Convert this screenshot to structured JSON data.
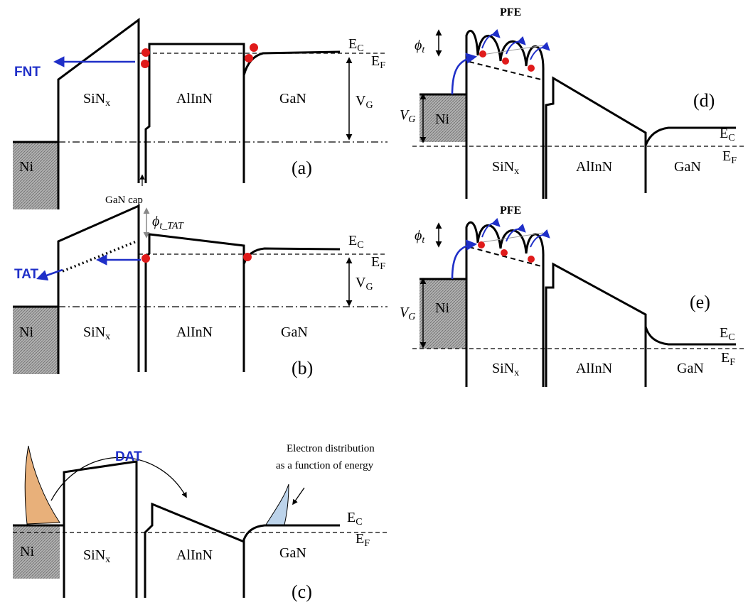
{
  "panels": {
    "a": {
      "label": "(a)",
      "mechanism": "FNT",
      "layers": [
        "SiN",
        "AlInN",
        "GaN"
      ],
      "metal": "Ni",
      "cap_label": "GaN cap",
      "ec": "E",
      "ec_sub": "C",
      "ef": "E",
      "ef_sub": "F",
      "vg": "V",
      "vg_sub": "G",
      "sin_sub": "x"
    },
    "b": {
      "label": "(b)",
      "mechanism": "TAT",
      "phi": "ϕ",
      "phi_sub": "t_TAT",
      "layers": [
        "SiN",
        "AlInN",
        "GaN"
      ],
      "metal": "Ni",
      "ec": "E",
      "ec_sub": "C",
      "ef": "E",
      "ef_sub": "F",
      "vg": "V",
      "vg_sub": "G",
      "sin_sub": "x"
    },
    "c": {
      "label": "(c)",
      "mechanism": "DAT",
      "note_line1": "Electron distribution",
      "note_line2": "as a function of energy",
      "layers": [
        "SiN",
        "AlInN",
        "GaN"
      ],
      "metal": "Ni",
      "ec": "E",
      "ec_sub": "C",
      "ef": "E",
      "ef_sub": "F",
      "sin_sub": "x"
    },
    "d": {
      "label": "(d)",
      "mechanism": "PFE",
      "phi": "ϕ",
      "phi_sub": "t",
      "layers": [
        "SiN",
        "AlInN",
        "GaN"
      ],
      "metal": "Ni",
      "ec": "E",
      "ec_sub": "C",
      "ef": "E",
      "ef_sub": "F",
      "vg": "V",
      "vg_sub": "G",
      "sin_sub": "x"
    },
    "e": {
      "label": "(e)",
      "mechanism": "PFE",
      "phi": "ϕ",
      "phi_sub": "t",
      "layers": [
        "SiN",
        "AlInN",
        "GaN"
      ],
      "metal": "Ni",
      "ec": "E",
      "ec_sub": "C",
      "ef": "E",
      "ef_sub": "F",
      "vg": "V",
      "vg_sub": "G",
      "sin_sub": "x"
    }
  },
  "colors": {
    "arrow_blue": "#1f2fc8",
    "electron_red": "#e01b1b",
    "metal_gray": "#9a9a9a",
    "distribution_orange": "#e8b07a",
    "distribution_blue": "#bcd3ea"
  }
}
